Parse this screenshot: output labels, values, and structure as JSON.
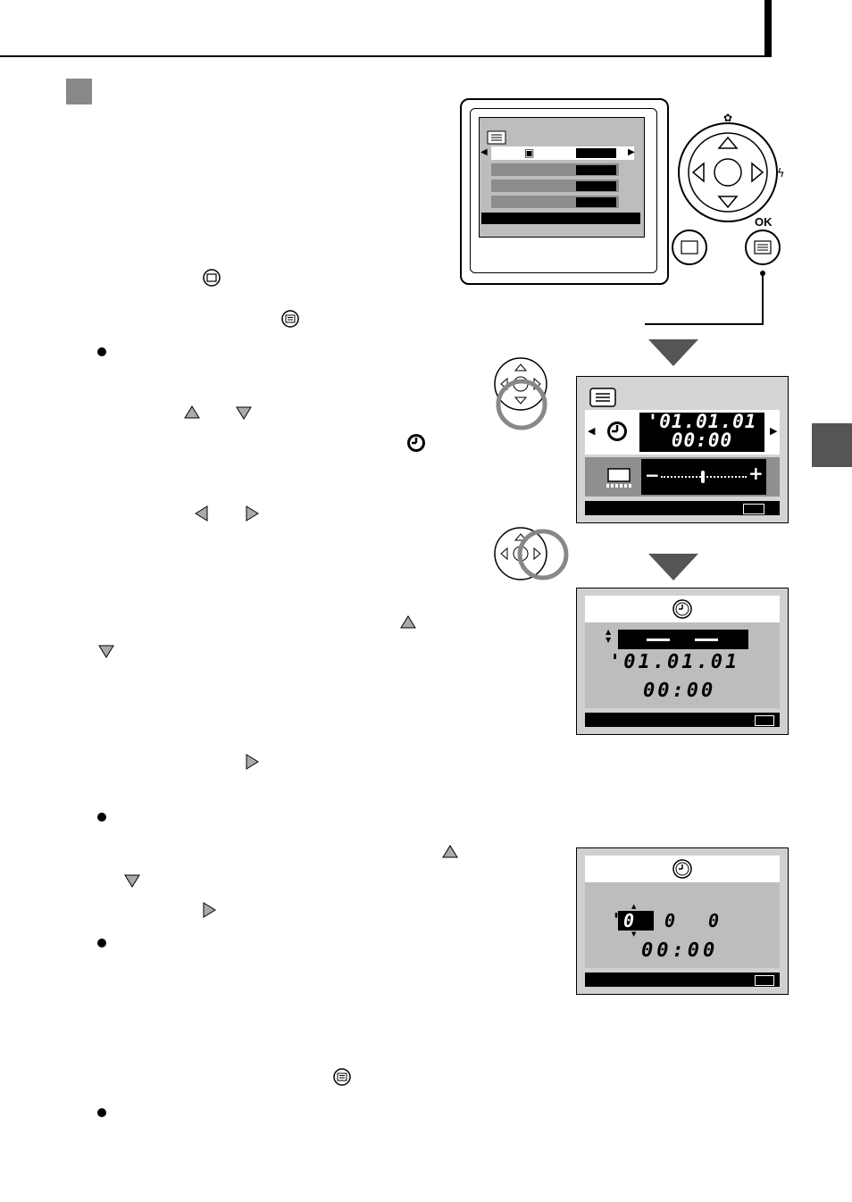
{
  "dpad": {
    "ok_label": "OK"
  },
  "screen2": {
    "date": "'01.01.01",
    "time": "00:00",
    "slider_minus": "−",
    "slider_plus": "+"
  },
  "screen3": {
    "date": "'01.01.01",
    "time": "00:00"
  },
  "screen4": {
    "year_prefix": "'",
    "year_digit": "0",
    "month_digit": "0",
    "day_digit": "0",
    "time": "00:00"
  },
  "colors": {
    "accent": "#000000",
    "screen_bg": "#cfcfcf",
    "tab": "#555555"
  }
}
